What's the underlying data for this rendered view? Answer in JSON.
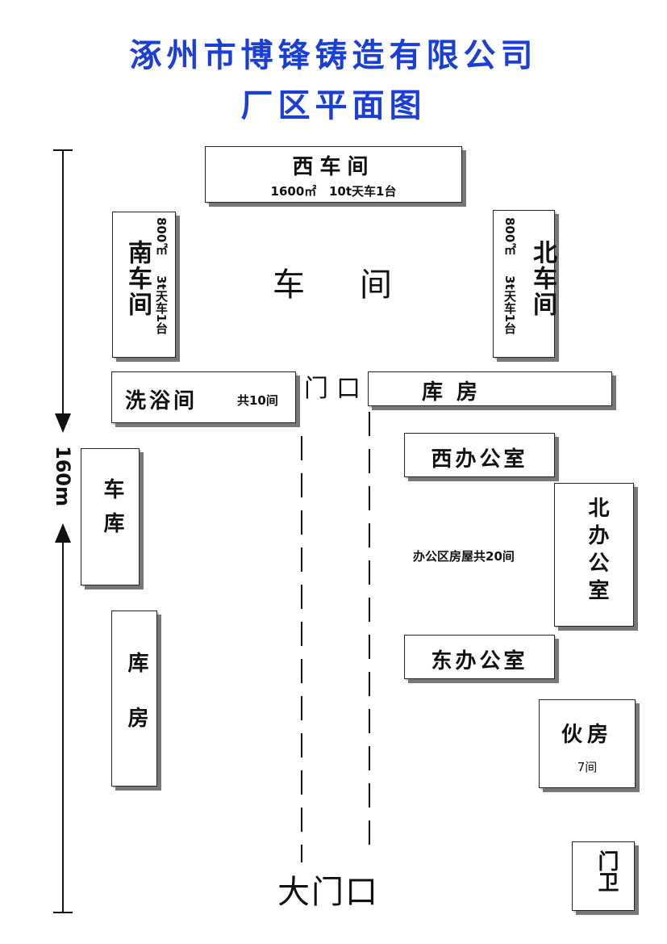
{
  "title": {
    "line1": "涿州市博锋铸造有限公司",
    "line2": "厂区平面图",
    "color": "#1a3fd6"
  },
  "dimension": {
    "label": "160m"
  },
  "buildings": {
    "west_workshop": {
      "name": "西车间",
      "detail": "1600㎡   10t天车1台"
    },
    "south_workshop": {
      "name": "南车间",
      "area": "800㎡",
      "crane": "3t天车1台"
    },
    "north_workshop": {
      "name": "北车间",
      "area": "800㎡",
      "crane": "3t天车1台"
    },
    "workshop_area": {
      "char1": "车",
      "char2": "间"
    },
    "bathhouse": {
      "name": "洗浴间",
      "count": "共10间"
    },
    "door": {
      "label": "门口"
    },
    "warehouse_top": {
      "name": "库 房"
    },
    "west_office": {
      "name": "西办公室"
    },
    "north_office": {
      "name": "北办公室"
    },
    "office_area_note": {
      "text": "办公区房屋共20间"
    },
    "east_office": {
      "name": "东办公室"
    },
    "garage": {
      "name": "车库"
    },
    "warehouse_left": {
      "name": "库房"
    },
    "kitchen": {
      "name": "伙房",
      "count": "7间"
    },
    "main_gate": {
      "label": "大门口"
    },
    "guard": {
      "name": "门卫"
    }
  }
}
